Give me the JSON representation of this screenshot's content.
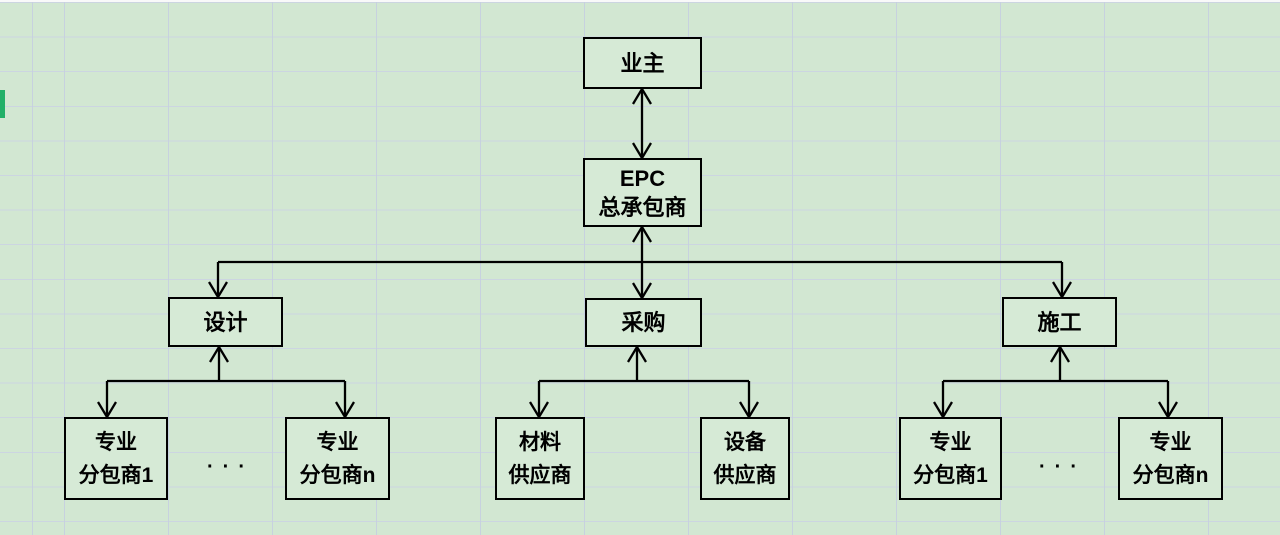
{
  "app": {
    "background_color": "#d2e7d2",
    "gridline_color": "#ccd5e1",
    "accent_mark_color": "#22b068",
    "connector_color": "#000000"
  },
  "diagram": {
    "title_hint": "EPC project organization chart drawn on a spreadsheet grid",
    "nodes": {
      "owner": {
        "label": "业主"
      },
      "epc": {
        "line1": "EPC",
        "line2": "总承包商"
      },
      "design": {
        "label": "设计"
      },
      "procurement": {
        "label": "采购"
      },
      "construction": {
        "label": "施工"
      },
      "design_sub1": {
        "line1": "专业",
        "line2": "分包商1"
      },
      "design_subn": {
        "line1": "专业",
        "line2": "分包商n"
      },
      "material_supplier": {
        "line1": "材料",
        "line2": "供应商"
      },
      "equipment_supplier": {
        "line1": "设备",
        "line2": "供应商"
      },
      "construction_sub1": {
        "line1": "专业",
        "line2": "分包商1"
      },
      "construction_subn": {
        "line1": "专业",
        "line2": "分包商n"
      }
    },
    "ellipsis_left": "···",
    "ellipsis_right": "···"
  }
}
